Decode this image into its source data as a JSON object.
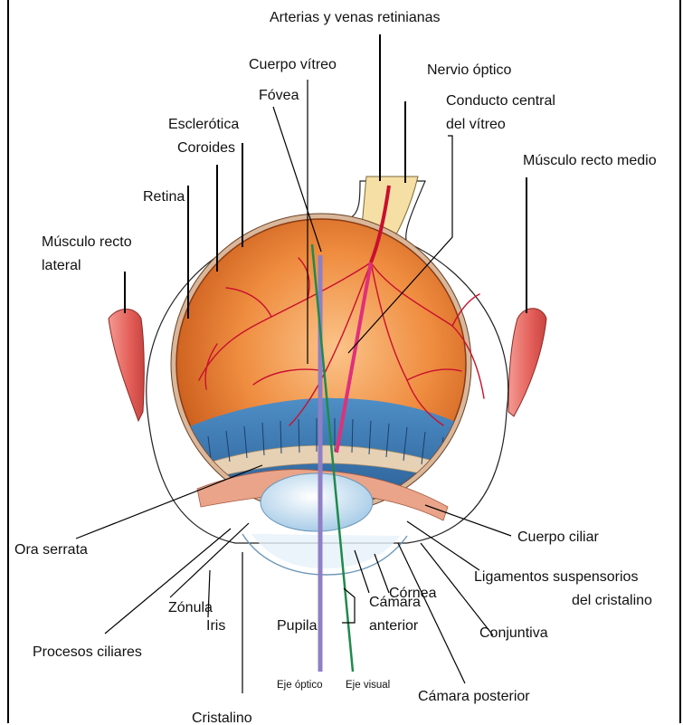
{
  "labels": {
    "arterias_venas": "Arterias y venas retinianas",
    "cuerpo_vitreo": "Cuerpo vítreo",
    "nervio_optico": "Nervio óptico",
    "fovea": "Fóvea",
    "conducto_central_1": "Conducto central",
    "conducto_central_2": "del vítreo",
    "esclerotica": "Esclerótica",
    "coroides": "Coroides",
    "musculo_recto_medio": "Músculo recto medio",
    "retina": "Retina",
    "musculo_recto_lateral_1": "Músculo recto",
    "musculo_recto_lateral_2": "lateral",
    "ora_serrata": "Ora serrata",
    "cuerpo_ciliar": "Cuerpo ciliar",
    "ligamentos_1": "Ligamentos suspensorios",
    "ligamentos_2": "del cristalino",
    "zonula": "Zónula",
    "cornea": "Córnea",
    "iris": "Iris",
    "pupila": "Pupila",
    "camara_anterior_1": "Cámara",
    "camara_anterior_2": "anterior",
    "conjuntiva": "Conjuntiva",
    "procesos_ciliares": "Procesos ciliares",
    "eje_optico": "Eje óptico",
    "eje_visual": "Eje visual",
    "camara_posterior": "Cámara posterior",
    "cristalino": "Cristalino"
  },
  "colors": {
    "eyeball_orange": "#e8782e",
    "retina_red": "#c8102e",
    "ciliary_blue": "#2f6da8",
    "lens_blue": "#cfe3f1",
    "muscle_pink": "#e8736e",
    "optic_axis": "#8f7fc4",
    "visual_axis": "#1f8a4c"
  }
}
